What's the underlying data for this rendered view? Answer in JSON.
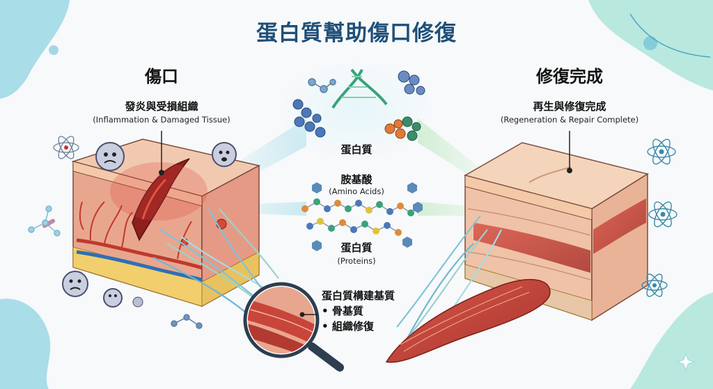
{
  "title": "蛋白質幫助傷口修復",
  "left_panel": {
    "heading": "傷口",
    "label": "發炎與受損組織",
    "label_en": "(Inflammation & Damaged Tissue)"
  },
  "right_panel": {
    "heading": "修復完成",
    "label": "再生與修復完成",
    "label_en": "(Regeneration & Repair Complete)"
  },
  "center": {
    "protein_top": "蛋白質",
    "amino_label": "胺基酸",
    "amino_label_en": "(Amino Acids)",
    "protein_mid": "蛋白質",
    "protein_mid_en": "(Proteins)",
    "matrix_label": "蛋白質構建基質",
    "matrix_items": [
      "骨基質",
      "組織修復"
    ]
  },
  "colors": {
    "title": "#1f4f78",
    "skin_top": "#f3c9a8",
    "dermis": "#e9a68f",
    "fat": "#f2cf6c",
    "vessel_red": "#c0392b",
    "vessel_blue": "#2e6fb5",
    "muscle": "#c8453a",
    "fiber": "#7fc4d8",
    "corner_blob": "#8fd3e0"
  },
  "icons": [
    "atom-icon",
    "bacteria-icon",
    "magnifier-icon",
    "sparkle-icon",
    "molecule-icon"
  ]
}
